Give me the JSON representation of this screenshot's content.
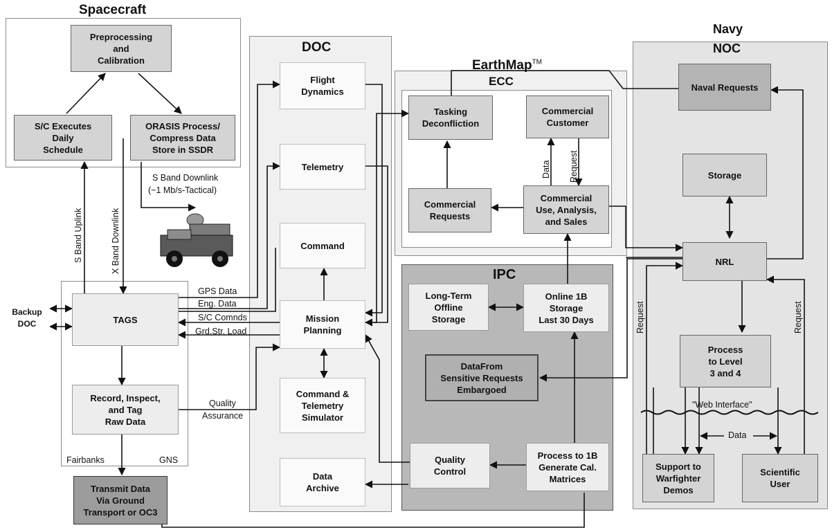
{
  "regions": {
    "spacecraft": "Spacecraft",
    "doc": "DOC",
    "earthmap": "EarthMap",
    "earthmap_tm": "TM",
    "ecc": "ECC",
    "navy": "Navy",
    "noc": "NOC",
    "ipc": "IPC",
    "fairbanks": "Fairbanks",
    "gns": "GNS"
  },
  "boxes": {
    "preprocessing": "Preprocessing\nand\nCalibration",
    "sc_executes": "S/C Executes\nDaily\nSchedule",
    "orasis": "ORASIS Process/\nCompress Data\nStore in SSDR",
    "flight_dynamics": "Flight\nDynamics",
    "telemetry": "Telemetry",
    "command": "Command",
    "mission_planning": "Mission\nPlanning",
    "cmd_tlm_simulator": "Command &\nTelemetry\nSimulator",
    "data_archive": "Data\nArchive",
    "tasking_deconfliction": "Tasking\nDeconfliction",
    "commercial_customer": "Commercial\nCustomer",
    "commercial_requests": "Commercial\nRequests",
    "commercial_use": "Commercial\nUse, Analysis,\nand Sales",
    "long_term_storage": "Long-Term\nOffline\nStorage",
    "online_1b_storage": "Online 1B\nStorage\nLast 30 Days",
    "sensitive_requests": "DataFrom\nSensitive Requests\nEmbargoed",
    "quality_control": "Quality\nControl",
    "process_1b": "Process to 1B\nGenerate Cal.\nMatrices",
    "naval_requests": "Naval Requests",
    "storage": "Storage",
    "nrl": "NRL",
    "process_level": "Process\nto Level\n3 and 4",
    "support_warfighter": "Support to\nWarfighter\nDemos",
    "scientific_user": "Scientific\nUser",
    "backup_doc": "Backup\nDOC",
    "tags": "TAGS",
    "record_inspect": "Record, Inspect,\nand Tag\nRaw Data",
    "transmit_data": "Transmit Data\nVia Ground\nTransport or OC3"
  },
  "labels": {
    "s_band_downlink": "S Band Downlink",
    "s_band_rate": "(~1 Mb/s-Tactical)",
    "s_band_uplink": "S Band Uplink",
    "x_band_downlink": "X Band Downlink",
    "gps_data": "GPS Data",
    "eng_data": "Eng. Data",
    "sc_comnds": "S/C Comnds",
    "grd_str_load": "Grd.Str. Load",
    "quality": "Quality",
    "assurance": "Assurance",
    "data": "Data",
    "request": "Request",
    "request_left": "Request",
    "request_right": "Request",
    "web_interface": "\"Web Interface\"",
    "data_bottom": "Data"
  }
}
